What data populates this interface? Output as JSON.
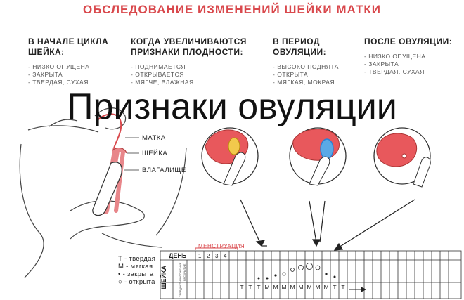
{
  "title": "ОБСЛЕДОВАНИЕ ИЗМЕНЕНИЙ ШЕЙКИ МАТКИ",
  "overlay": "Признаки овуляции",
  "columns": [
    {
      "heading": "В НАЧАЛЕ ЦИКЛА ШЕЙКА:",
      "items": [
        "НИЗКО ОПУЩЕНА",
        "ЗАКРЫТА",
        "ТВЕРДАЯ, СУХАЯ"
      ]
    },
    {
      "heading": "КОГДА УВЕЛИЧИВАЮТСЯ ПРИЗНАКИ ПЛОДНОСТИ:",
      "items": [
        "ПОДНИМАЕТСЯ",
        "ОТКРЫВАЕТСЯ",
        "МЯГЧЕ, ВЛАЖНАЯ"
      ]
    },
    {
      "heading": "В ПЕРИОД ОВУЛЯЦИИ:",
      "items": [
        "ВЫСОКО ПОДНЯТА",
        "ОТКРЫТА",
        "МЯГКАЯ, МОКРАЯ"
      ]
    },
    {
      "heading": "ПОСЛЕ ОВУЛЯЦИИ:",
      "items": [
        "НИЗКО ОПУЩЕНА",
        "ЗАКРЫТА",
        "ТВЕРДАЯ, СУХАЯ"
      ]
    }
  ],
  "anatomy": {
    "uterus": "МАТКА",
    "cervix": "ШЕЙКА",
    "vagina": "ВЛАГАЛИЩЕ"
  },
  "legend": [
    "Т - твердая",
    "М - мягкая",
    "• - закрыта",
    "○ - открыта"
  ],
  "calendar": {
    "menstruation": "МЕНСТРУАЦИЯ",
    "day_label": "ДЕНЬ",
    "days": [
      "1",
      "2",
      "3",
      "4"
    ],
    "side_label": "ШЕЙКА",
    "row_labels": [
      "ПОЛОЖЕНИЕ",
      "РАСКРЫТИЕ",
      "ТВЕРДОСТЬ"
    ],
    "firmness": [
      "Т",
      "Т",
      "Т",
      "М",
      "М",
      "М",
      "М",
      "М",
      "М",
      "М",
      "М",
      "Т",
      "Т"
    ]
  },
  "colors": {
    "accent": "#d9484c",
    "tissue": "#e8868a",
    "blue": "#2a7fd4"
  }
}
